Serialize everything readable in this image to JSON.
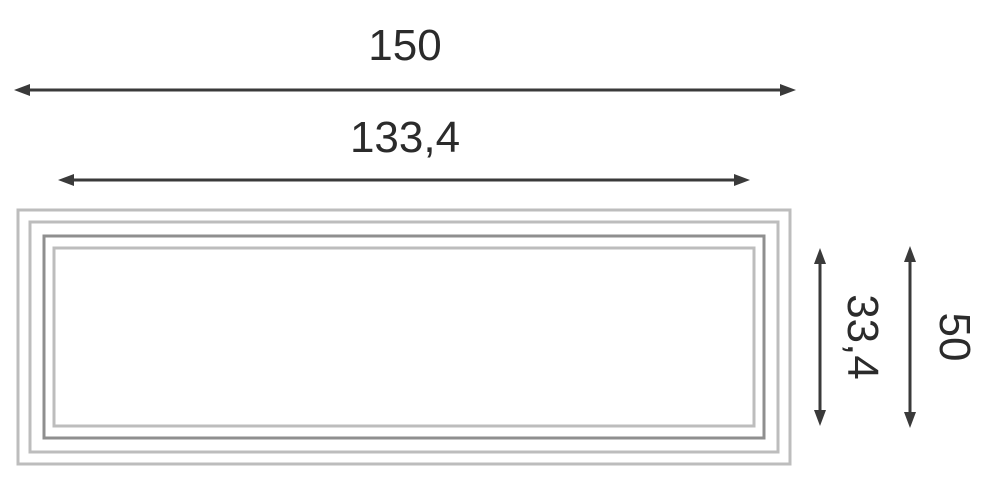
{
  "dimensions": {
    "overall_width": "150",
    "inner_width": "133,4",
    "inner_height": "33,4",
    "overall_height": "50"
  },
  "colors": {
    "line": "#3a3a3a",
    "frame_light": "#bdbdbd",
    "frame_dark": "#8f8f8f",
    "text": "#2b2b2b"
  }
}
